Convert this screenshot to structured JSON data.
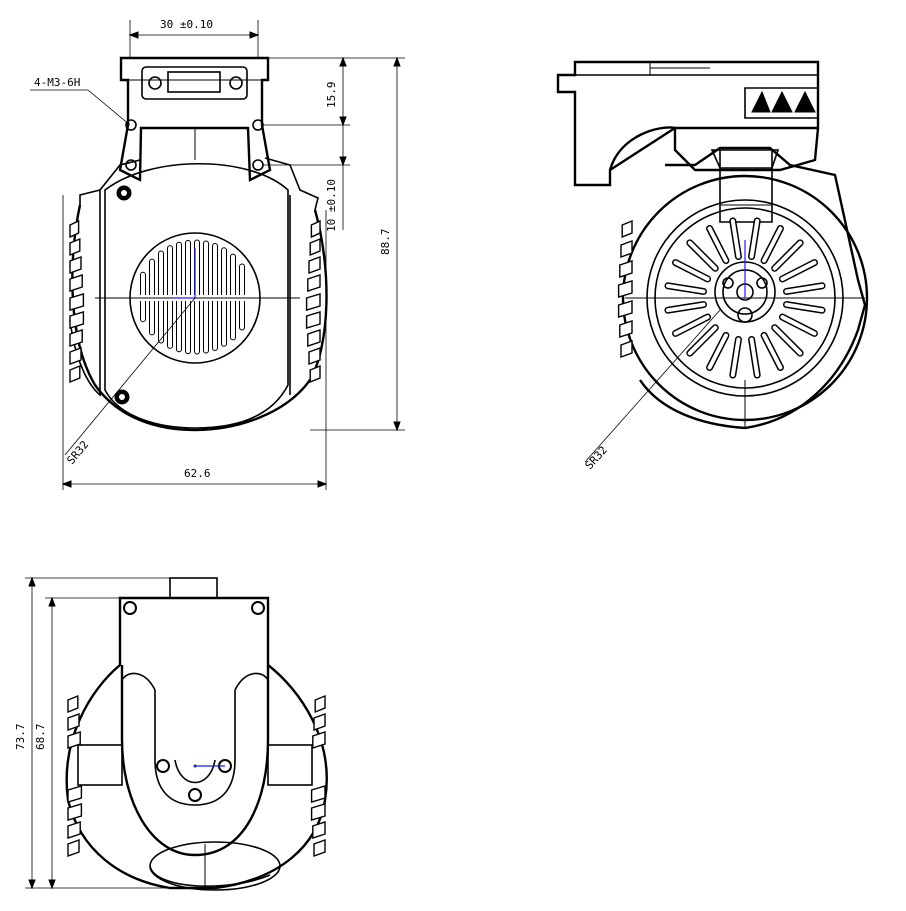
{
  "front_view": {
    "width_dim": "30 ±0.10",
    "thread_callout": "4-M3-6H",
    "height_dim_1": "15.9",
    "height_dim_2": "10 ±0.10",
    "total_height": "88.7",
    "total_width": "62.6",
    "radius": "SR32"
  },
  "side_view": {
    "radius": "SR32"
  },
  "bottom_view": {
    "height_outer": "73.7",
    "height_inner": "68.7"
  }
}
